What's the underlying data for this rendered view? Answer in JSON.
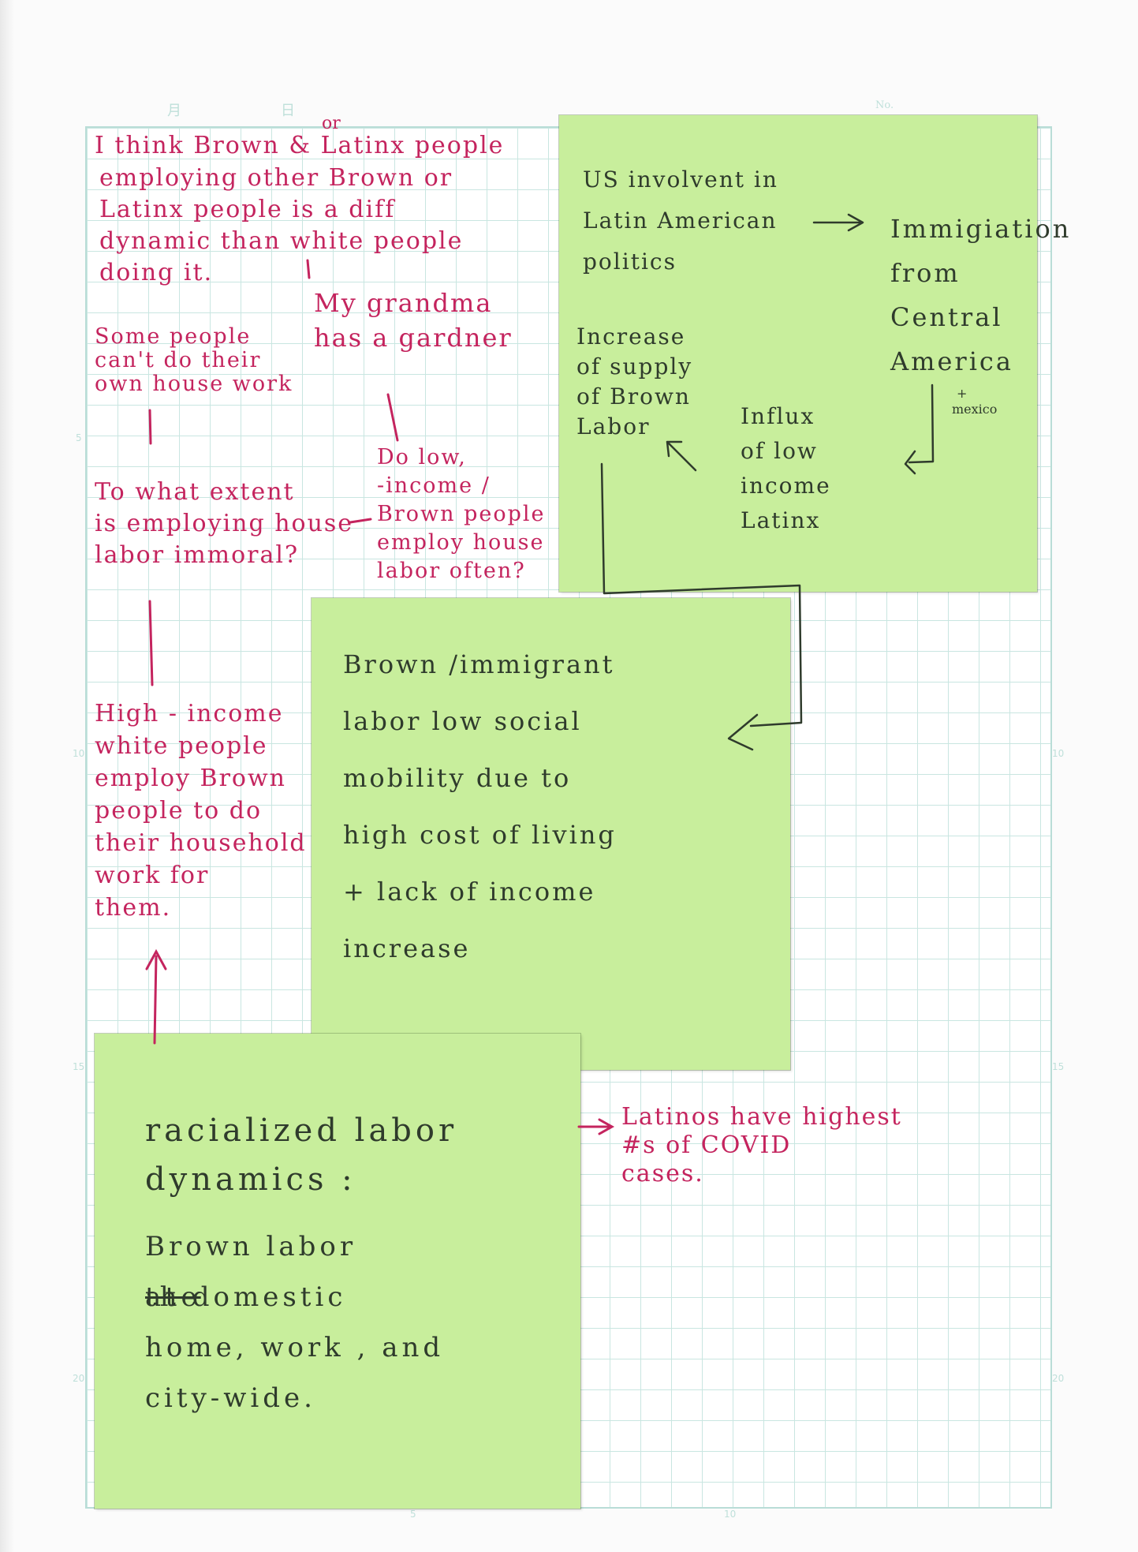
{
  "page": {
    "header": {
      "month": "月",
      "day": "日",
      "no": "No."
    },
    "row_numbers": [
      "5",
      "10",
      "15",
      "20"
    ],
    "col_numbers": [
      "5",
      "10"
    ]
  },
  "notes": {
    "top_left": {
      "line1": "I think Brown & Latinx people",
      "insert_or": "or",
      "rest": "employing other Brown or\nLatinx people is a diff\ndynamic than white people\ndoing it."
    },
    "grandma": "My grandma\nhas a gardner",
    "some_people": "Some people\ncan't do their\nown house work",
    "low_income": "Do low,\n-income /\nBrown people\nemploy house\nlabor often?",
    "to_what_extent": "To what extent\nis employing house\nlabor immoral?",
    "high_income": "High - income\nwhite people\nemploy Brown\npeople to do\ntheir household\nwork for\nthem.",
    "latinos_covid": "Latinos have highest\n#s of COVID\ncases."
  },
  "stickies": {
    "us_involvement": {
      "text": "US involvent in\nLatin American\npolitics",
      "immigration": "Immigiation\nfrom\nCentral\nAmerica",
      "mexico_plus": "+",
      "mexico": "mexico",
      "supply": "Increase\nof supply\nof Brown\nLabor",
      "influx": "Influx\nof low\nincome\nLatinx"
    },
    "brown_immigrant": "Brown /immigrant\nlabor   low social\nmobility  due to\nhigh  cost  of  living\n+  lack  of  income\nincrease",
    "racialized": {
      "line1": "racialized labor\ndynamics :",
      "struck": "the",
      "body": "Brown  labor\nat  domestic\nhome, work , and\ncity-wide."
    }
  },
  "colors": {
    "sticky": "#c8ee9c",
    "pink_ink": "#c4245e",
    "pencil": "#2f3b2c",
    "grid": "#c9e6e1"
  }
}
